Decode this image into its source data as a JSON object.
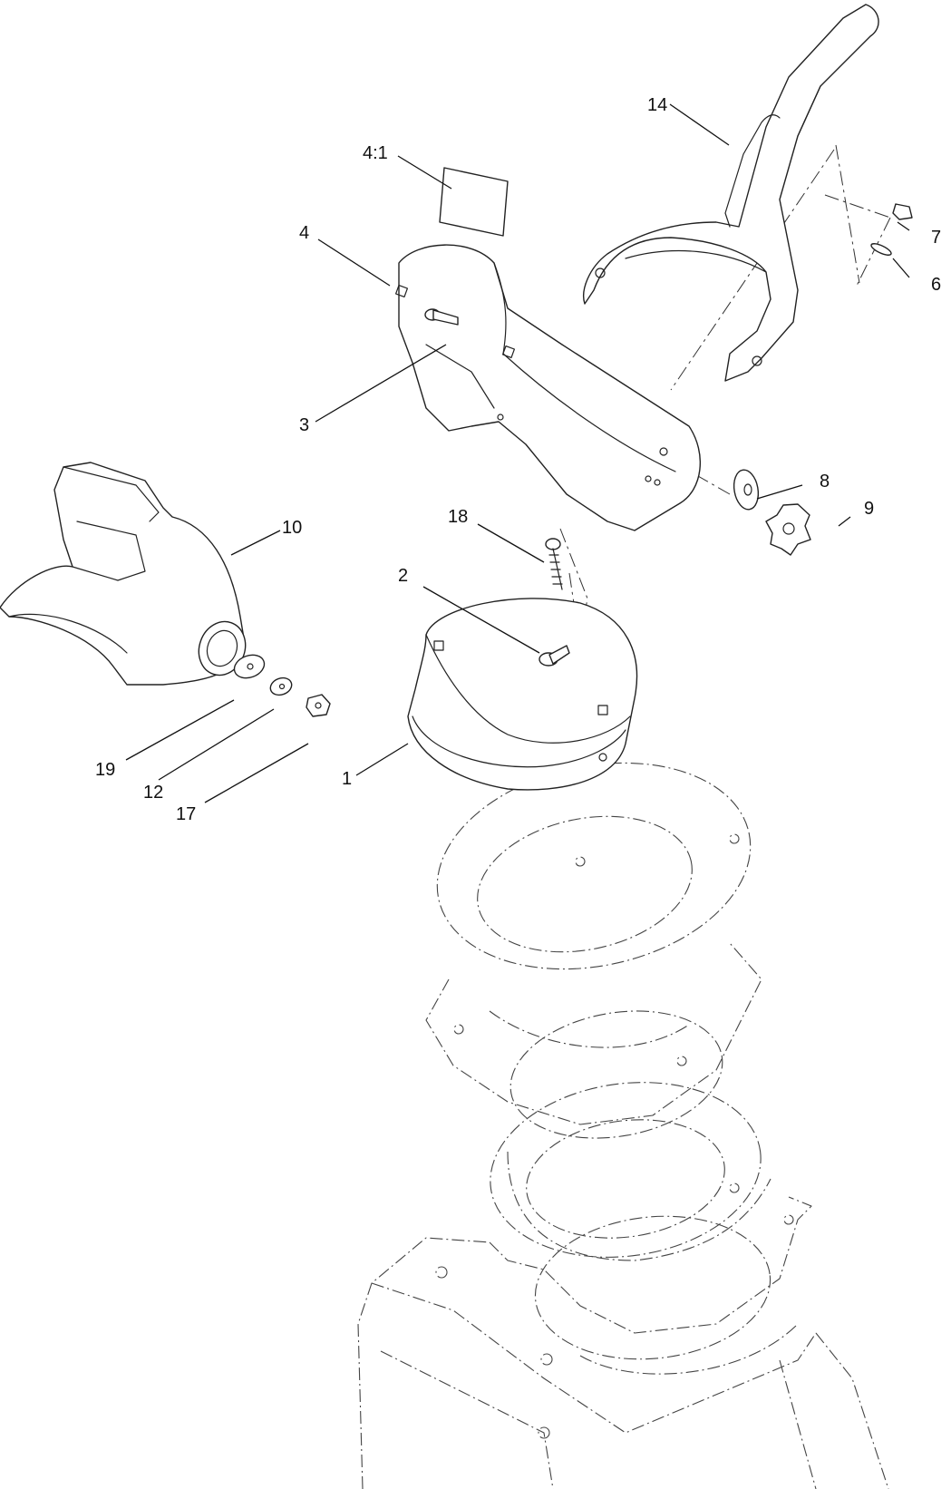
{
  "callouts": [
    {
      "id": "c1",
      "label": "1"
    },
    {
      "id": "c2",
      "label": "2"
    },
    {
      "id": "c3",
      "label": "3"
    },
    {
      "id": "c4",
      "label": "4"
    },
    {
      "id": "c41",
      "label": "4:1"
    },
    {
      "id": "c6",
      "label": "6"
    },
    {
      "id": "c7",
      "label": "7"
    },
    {
      "id": "c8",
      "label": "8"
    },
    {
      "id": "c9",
      "label": "9"
    },
    {
      "id": "c10",
      "label": "10"
    },
    {
      "id": "c12",
      "label": "12"
    },
    {
      "id": "c14",
      "label": "14"
    },
    {
      "id": "c17",
      "label": "17"
    },
    {
      "id": "c18",
      "label": "18"
    },
    {
      "id": "c19",
      "label": "19"
    }
  ],
  "colors": {
    "ink": "#222222",
    "paper": "#ffffff"
  }
}
